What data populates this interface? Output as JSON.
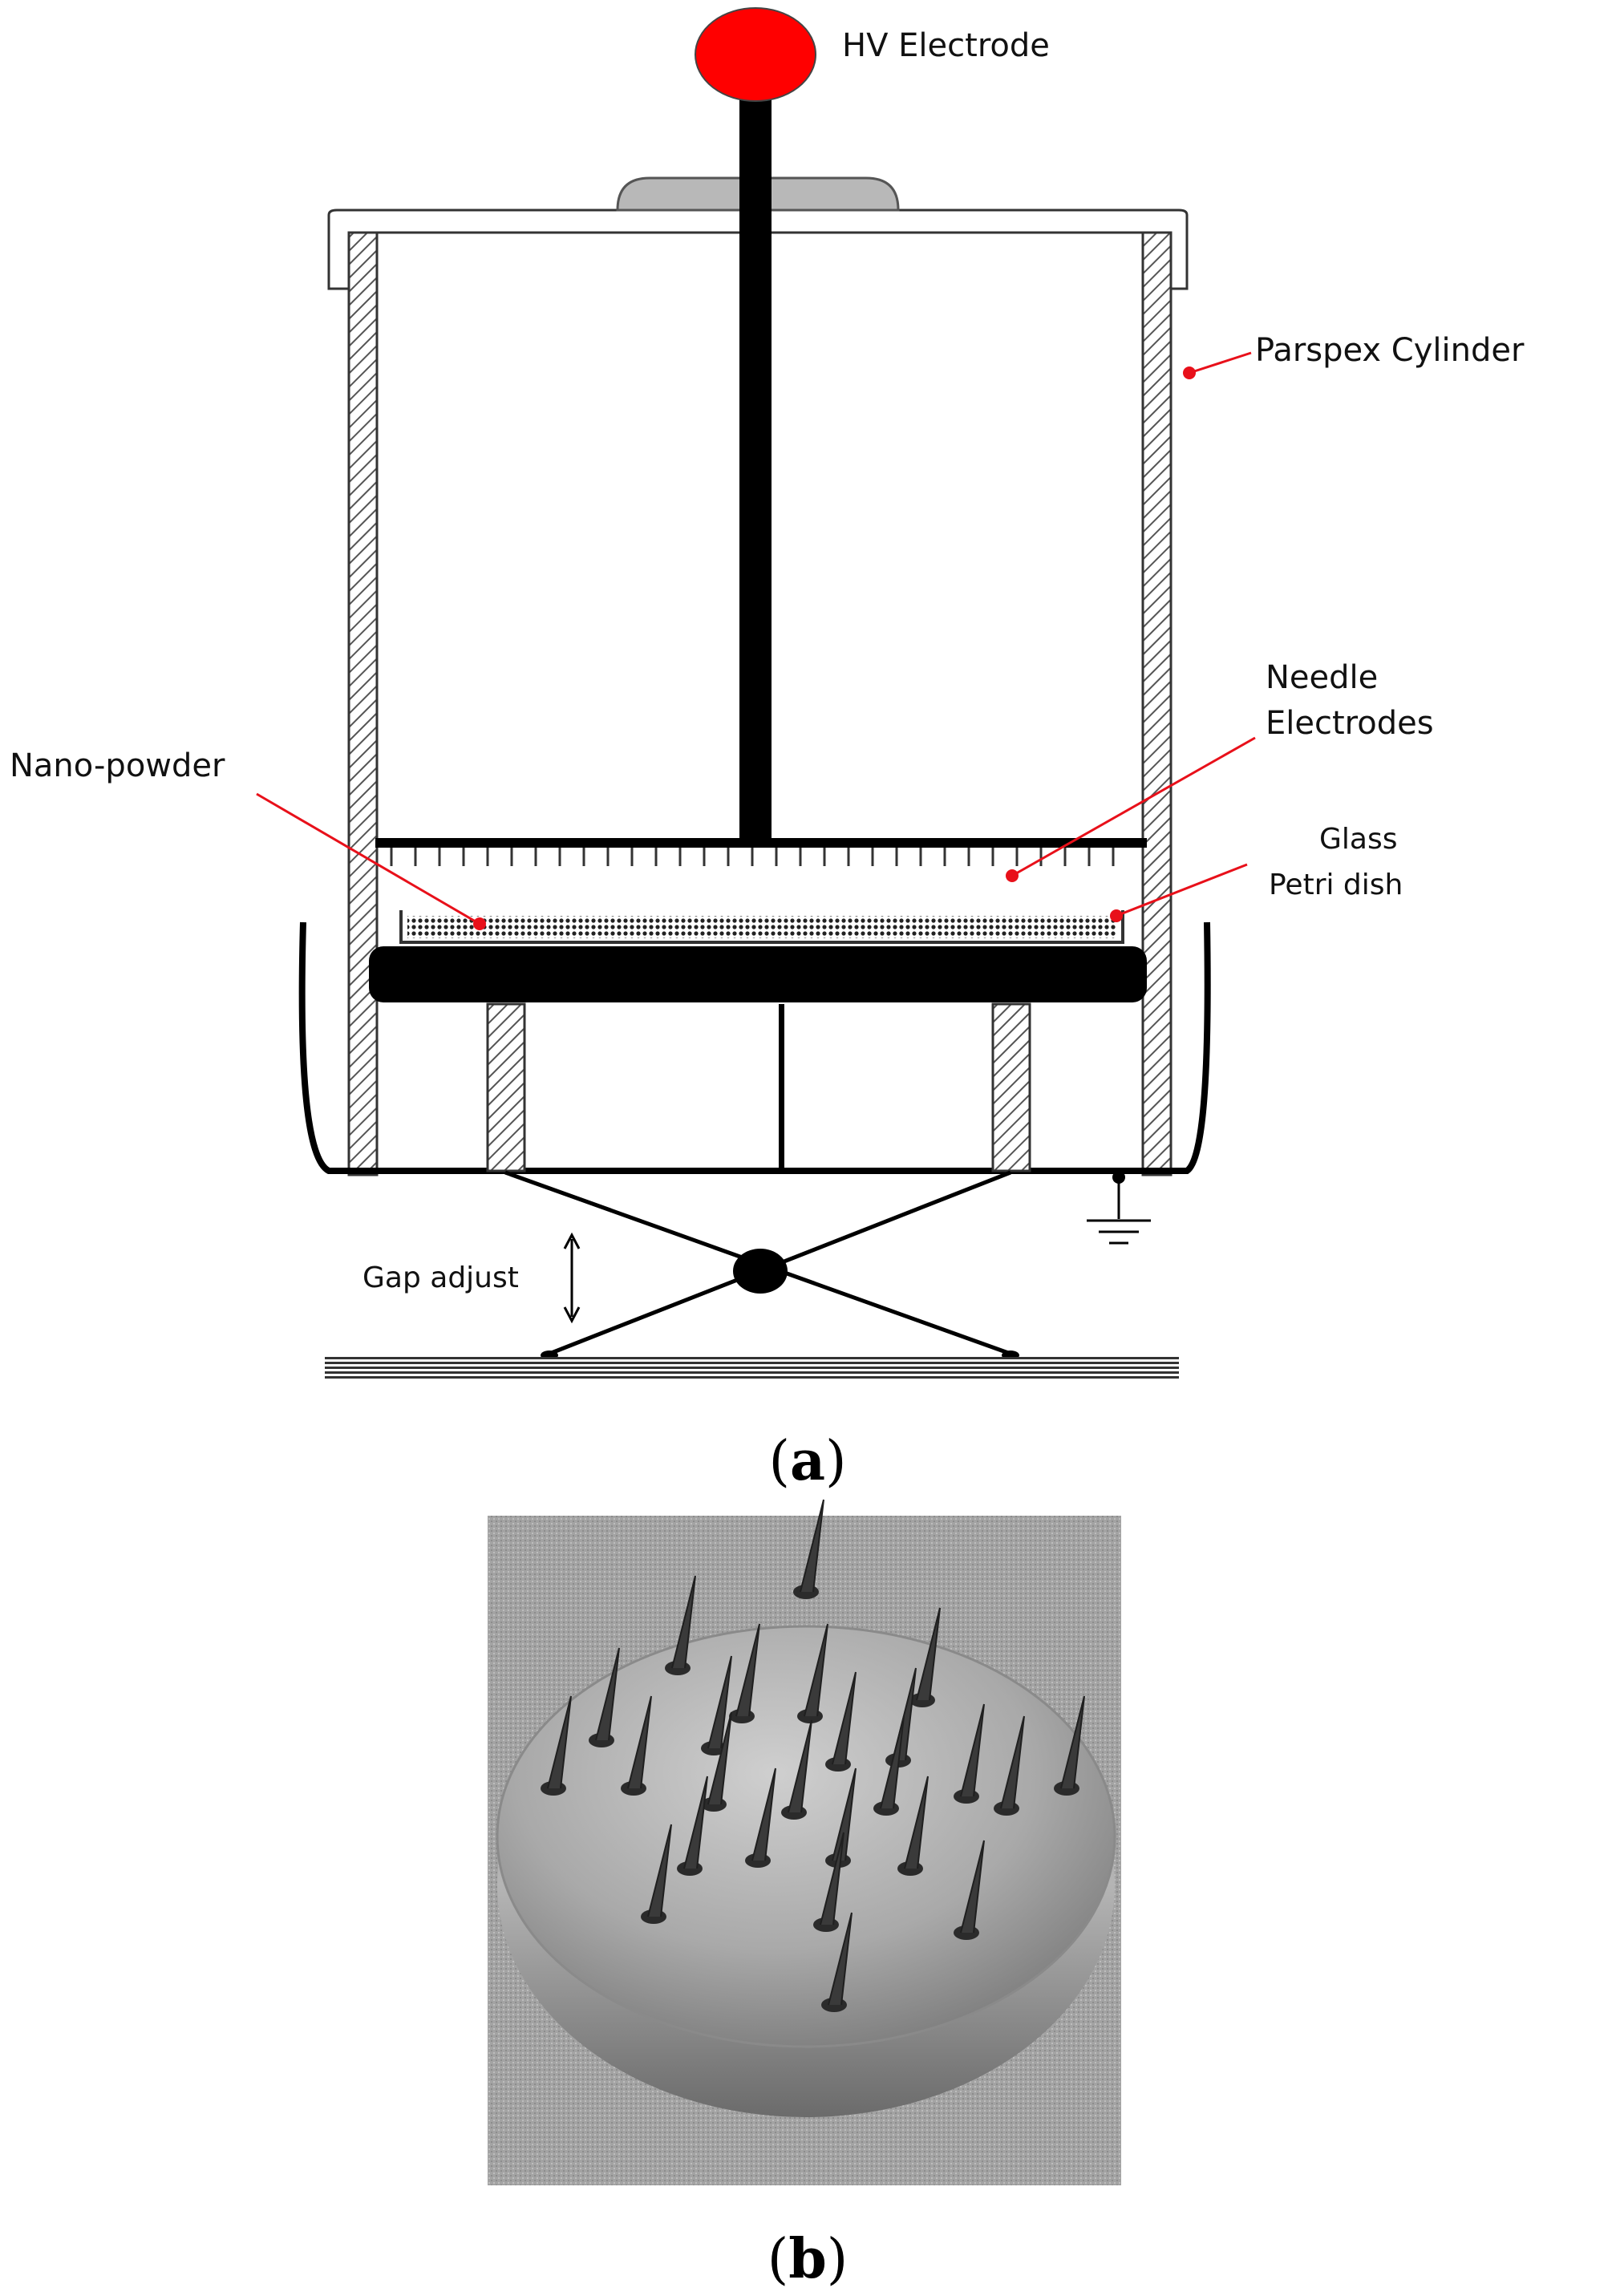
{
  "panel_a": {
    "labels": {
      "hv_electrode": "HV Electrode",
      "cylinder": "Parspex Cylinder",
      "needle_line1": "Needle",
      "needle_line2": "Electrodes",
      "nano_powder": "Nano-powder",
      "glass_line1": "Glass",
      "glass_line2": "Petri dish",
      "gap_adjust": "Gap adjust"
    },
    "caption_open": "(",
    "caption_letter": "a",
    "caption_close": ")"
  },
  "panel_b": {
    "caption_open": "(",
    "caption_letter": "b",
    "caption_close": ")"
  },
  "colors": {
    "hv_electrode": "#ff0000",
    "pointer": "#e8101a",
    "ink": "#000000",
    "lid_top": "#b8b8b8"
  }
}
